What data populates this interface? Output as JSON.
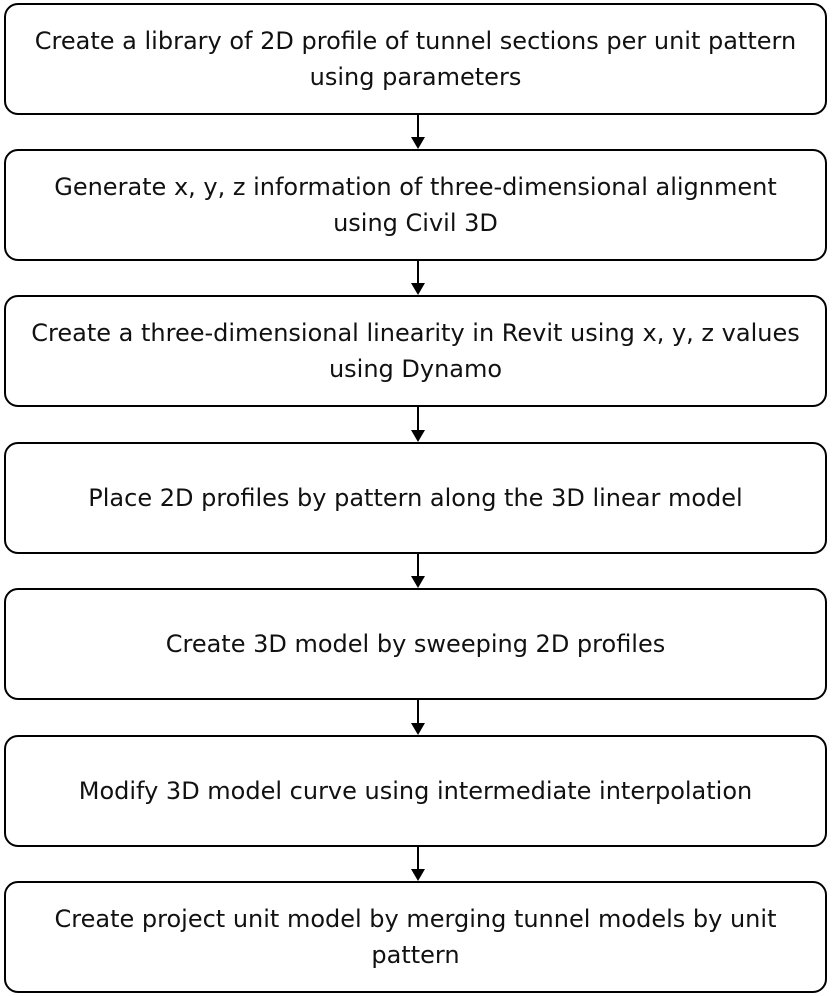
{
  "steps": [
    {
      "text": "Create a library of 2D profile of tunnel sections per unit pattern\nusing parameters"
    },
    {
      "text": "Generate x, y, z information of three-dimensional alignment\nusing Civil 3D"
    },
    {
      "text": "Create a three-dimensional linearity in Revit using x, y, z values\nusing Dynamo"
    },
    {
      "text": "Place 2D profiles by pattern along the 3D linear model"
    },
    {
      "text": "Create 3D model by sweeping 2D profiles"
    },
    {
      "text": "Modify 3D model curve using intermediate interpolation"
    },
    {
      "text": "Create project unit model by merging tunnel models by unit\npattern"
    }
  ]
}
